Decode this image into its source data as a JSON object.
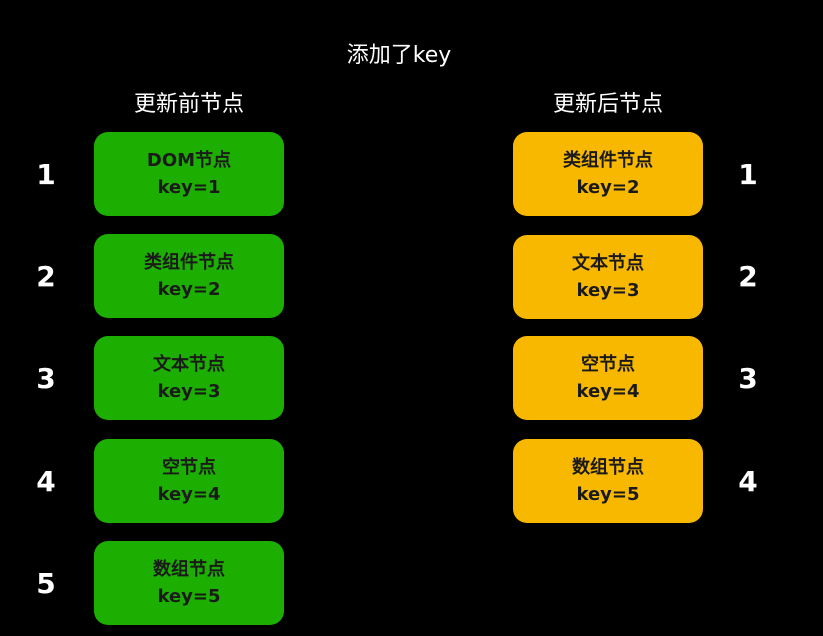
{
  "title": "添加了key",
  "before": {
    "heading": "更新前节点",
    "color": "#1cae00",
    "nodes": [
      {
        "index": "1",
        "label": "DOM节点",
        "key": "key=1"
      },
      {
        "index": "2",
        "label": "类组件节点",
        "key": "key=2"
      },
      {
        "index": "3",
        "label": "文本节点",
        "key": "key=3"
      },
      {
        "index": "4",
        "label": "空节点",
        "key": "key=4"
      },
      {
        "index": "5",
        "label": "数组节点",
        "key": "key=5"
      }
    ]
  },
  "after": {
    "heading": "更新后节点",
    "color": "#f8b800",
    "nodes": [
      {
        "index": "1",
        "label": "类组件节点",
        "key": "key=2"
      },
      {
        "index": "2",
        "label": "文本节点",
        "key": "key=3"
      },
      {
        "index": "3",
        "label": "空节点",
        "key": "key=4"
      },
      {
        "index": "4",
        "label": "数组节点",
        "key": "key=5"
      }
    ]
  }
}
